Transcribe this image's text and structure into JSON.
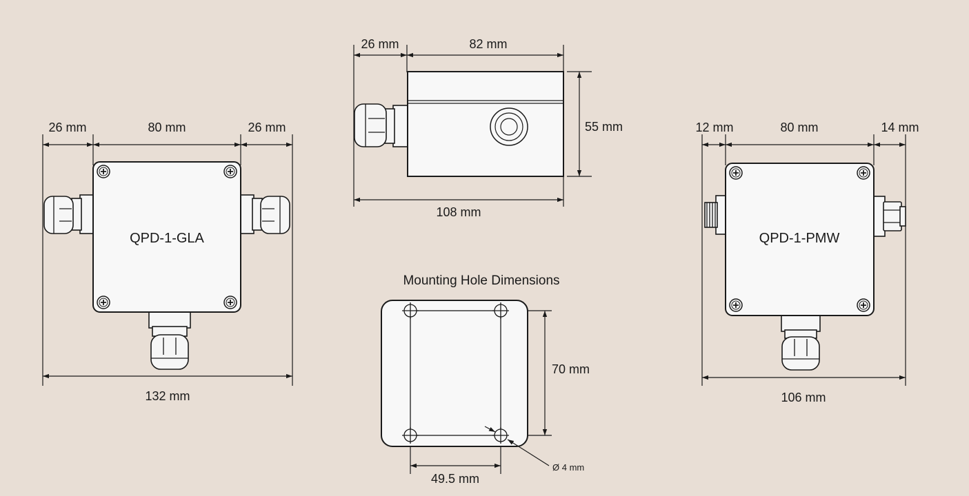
{
  "left_view": {
    "model": "QPD-1-GLA",
    "dim_left": "26 mm",
    "dim_center": "80 mm",
    "dim_right": "26 mm",
    "dim_total": "132 mm"
  },
  "top_view": {
    "dim_gland": "26 mm",
    "dim_body": "82 mm",
    "dim_height": "55 mm",
    "dim_total": "108 mm"
  },
  "mounting": {
    "title": "Mounting Hole Dimensions",
    "dim_vertical": "70 mm",
    "dim_horizontal": "49.5 mm",
    "dim_hole": "Ø 4 mm"
  },
  "right_view": {
    "model": "QPD-1-PMW",
    "dim_left": "12 mm",
    "dim_center": "80 mm",
    "dim_right": "14 mm",
    "dim_total": "106 mm"
  }
}
